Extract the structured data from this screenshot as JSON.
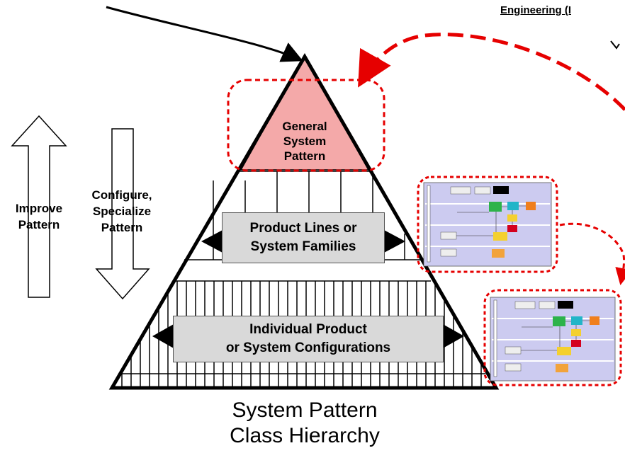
{
  "header": {
    "title_fragment": "Engineering (I"
  },
  "pyramid": {
    "top_label": [
      "General",
      "System",
      "Pattern"
    ],
    "middle_label": [
      "Product Lines or",
      "System Families"
    ],
    "bottom_label": [
      "Individual Product",
      "or System Configurations"
    ],
    "caption": [
      "System Pattern",
      "Class Hierarchy"
    ]
  },
  "arrows": {
    "up_label": [
      "Improve",
      "Pattern"
    ],
    "down_label": [
      "Configure,",
      "Specialize",
      "Pattern"
    ]
  },
  "colors": {
    "top_fill": "#f4a9a9",
    "dashed_red": "#e60000",
    "box_fill": "#d9d9d9",
    "thumb_bg": "#cccbf0"
  }
}
